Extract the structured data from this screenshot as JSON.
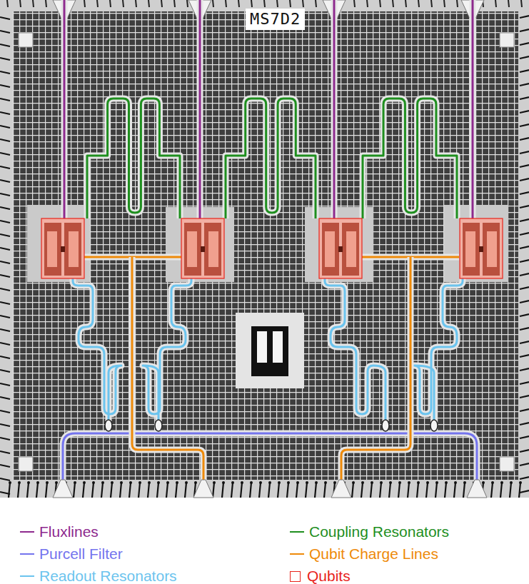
{
  "diagram": {
    "labels": [
      "MS7D2"
    ],
    "legend": [
      {
        "text": "Fluxlines",
        "color": "#8e2a8e"
      },
      {
        "text": "Coupling Resonators",
        "color": "#1f8f1f"
      },
      {
        "text": "Purcell Filter",
        "color": "#7474ee"
      },
      {
        "text": "Qubit Charge Lines",
        "color": "#ee8a0a"
      },
      {
        "text": "Readout Resonators",
        "color": "#6cc4ee"
      },
      {
        "text": "Qubits",
        "color": "#e8241c"
      }
    ]
  }
}
